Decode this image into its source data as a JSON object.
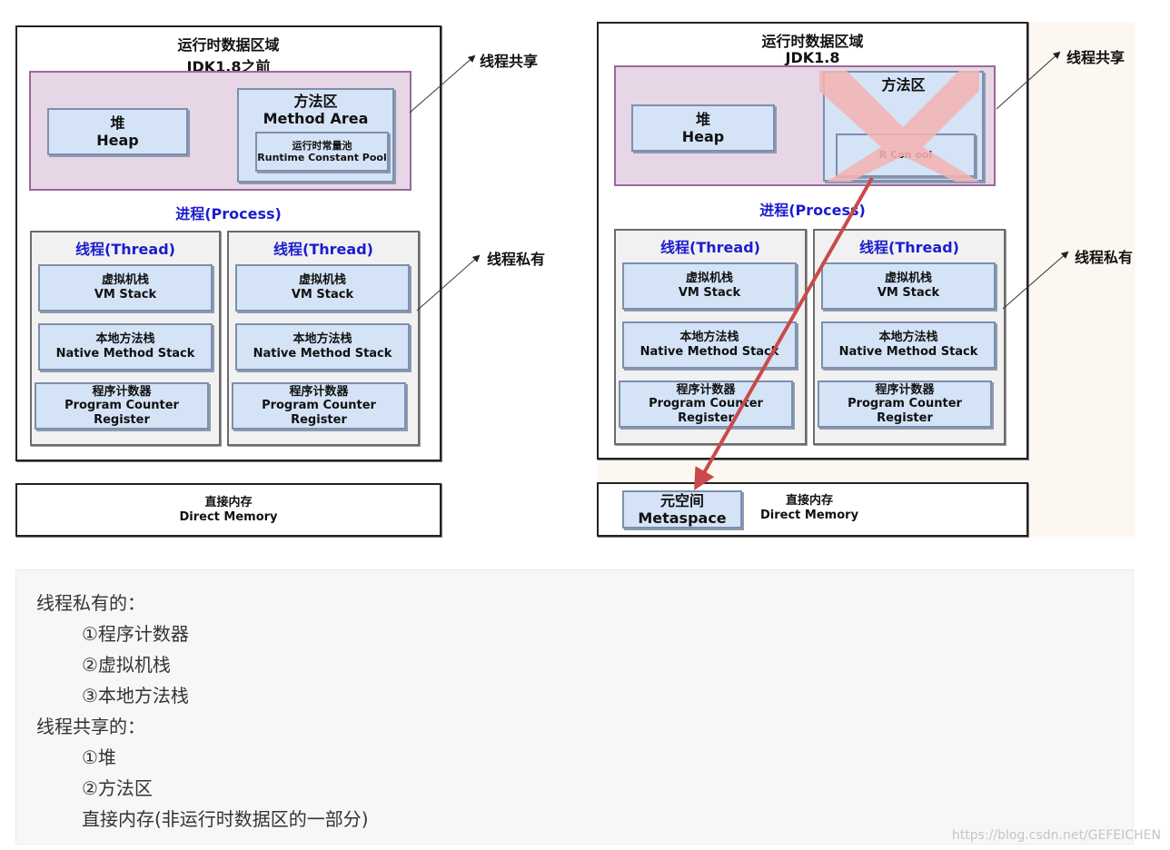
{
  "left": {
    "title": "运行时数据区域",
    "version": "JDK1.8之前",
    "heap_cn": "堆",
    "heap_en": "Heap",
    "method_area_cn": "方法区",
    "method_area_en": "Method Area",
    "rcp_cn": "运行时常量池",
    "rcp_en": "Runtime Constant Pool",
    "process": "进程(Process)",
    "thread": "线程(Thread)",
    "vm_stack_cn": "虚拟机栈",
    "vm_stack_en": "VM Stack",
    "native_cn": "本地方法栈",
    "native_en": "Native Method Stack",
    "pc_cn": "程序计数器",
    "pc_en": "Program Counter Register",
    "direct_cn": "直接内存",
    "direct_en": "Direct Memory",
    "shared_label": "线程共享",
    "private_label": "线程私有"
  },
  "right": {
    "title": "运行时数据区域",
    "version": "JDK1.8",
    "heap_cn": "堆",
    "heap_en": "Heap",
    "method_area_cn": "方法区",
    "rcp_partial": "R       Con      ool",
    "process": "进程(Process)",
    "thread": "线程(Thread)",
    "vm_stack_cn": "虚拟机栈",
    "vm_stack_en": "VM Stack",
    "native_cn": "本地方法栈",
    "native_en": "Native Method Stack",
    "pc_cn": "程序计数器",
    "pc_en": "Program Counter Register",
    "metaspace_cn": "元空间",
    "metaspace_en": "Metaspace",
    "direct_cn": "直接内存",
    "direct_en": "Direct Memory",
    "shared_label": "线程共享",
    "private_label": "线程私有"
  },
  "notes": {
    "private_header": "线程私有的：",
    "private_items": [
      "①程序计数器",
      "②虚拟机栈",
      "③本地方法栈"
    ],
    "shared_header": "线程共享的：",
    "shared_items": [
      "①堆",
      "②方法区",
      "直接内存(非运行时数据区的一部分)"
    ]
  },
  "watermark": "https://blog.csdn.net/GEFEICHEN",
  "colors": {
    "shared_fill": "#e6d6e6",
    "inner_box": "#d4e3f6",
    "thread_title": "#1c1ccf",
    "cross": "#f4b3b3",
    "arrow": "#c94a4a"
  }
}
